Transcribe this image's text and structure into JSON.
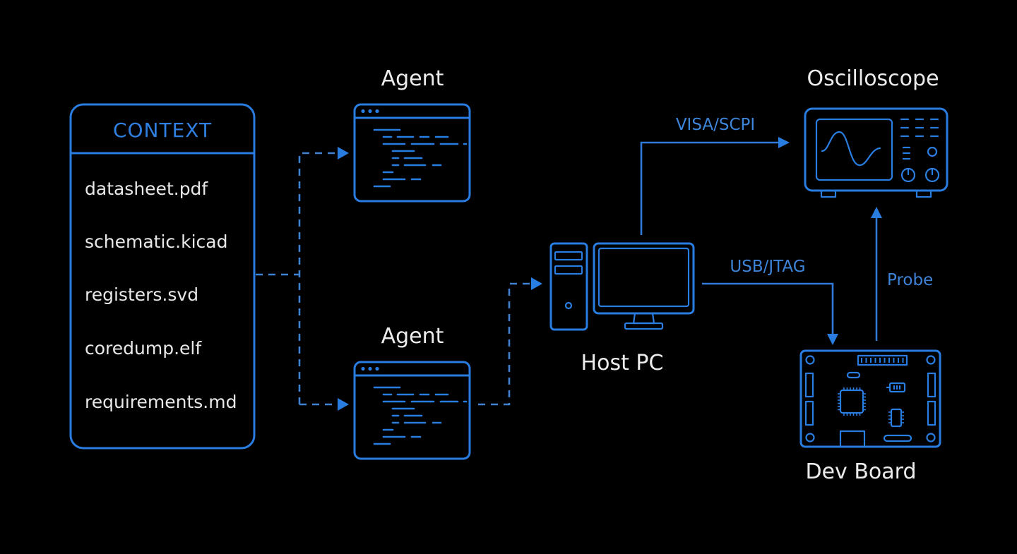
{
  "colors": {
    "background": "#000000",
    "accent": "#2a7de0",
    "label_blue": "#3d84d8",
    "title_text": "#ececec"
  },
  "context": {
    "header": "CONTEXT",
    "files": [
      "datasheet.pdf",
      "schematic.kicad",
      "registers.svd",
      "coredump.elf",
      "requirements.md"
    ]
  },
  "nodes": {
    "agent_top": {
      "title": "Agent",
      "icon": "code-window-icon"
    },
    "agent_bottom": {
      "title": "Agent",
      "icon": "code-window-icon"
    },
    "host_pc": {
      "title": "Host PC",
      "icon": "desktop-computer-icon"
    },
    "oscilloscope": {
      "title": "Oscilloscope",
      "icon": "oscilloscope-icon"
    },
    "dev_board": {
      "title": "Dev Board",
      "icon": "circuit-board-icon"
    }
  },
  "connections": [
    {
      "from": "context",
      "to": "agent_top",
      "style": "dashed",
      "label": ""
    },
    {
      "from": "context",
      "to": "agent_bottom",
      "style": "dashed",
      "label": ""
    },
    {
      "from": "agent_bottom",
      "to": "host_pc",
      "style": "dashed",
      "label": ""
    },
    {
      "from": "host_pc",
      "to": "oscilloscope",
      "style": "solid",
      "label": "VISA/SCPI"
    },
    {
      "from": "host_pc",
      "to": "dev_board",
      "style": "solid",
      "label": "USB/JTAG"
    },
    {
      "from": "dev_board",
      "to": "oscilloscope",
      "style": "solid",
      "label": "Probe"
    }
  ]
}
